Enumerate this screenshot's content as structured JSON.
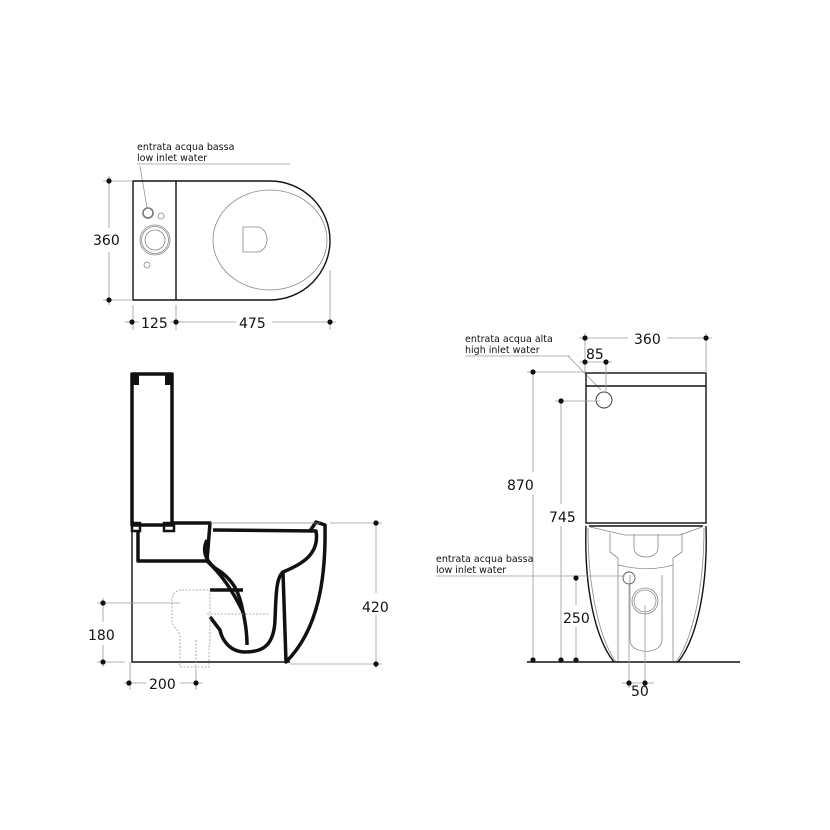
{
  "top_view": {
    "label_it": "entrata acqua bassa",
    "label_en": "low inlet water",
    "dim_depth": "360",
    "dim_cistern": "125",
    "dim_bowl": "475"
  },
  "side_view": {
    "dim_height": "420",
    "dim_outlet_height": "180",
    "dim_outlet_offset": "200"
  },
  "front_view": {
    "high_label_it": "entrata acqua alta",
    "high_label_en": "high inlet water",
    "low_label_it": "entrata acqua bassa",
    "low_label_en": "low inlet water",
    "dim_width": "360",
    "dim_inlet_offset": "85",
    "dim_total_height": "870",
    "dim_high_inlet": "745",
    "dim_low_inlet": "250",
    "dim_low_offset": "50"
  }
}
